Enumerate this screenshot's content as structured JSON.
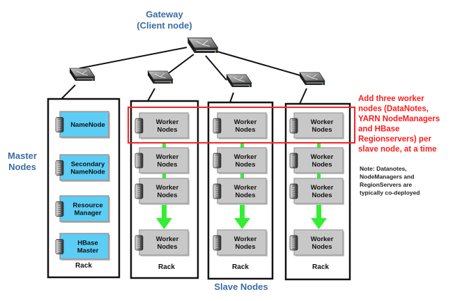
{
  "labels": {
    "gateway_line1": "Gateway",
    "gateway_line2": "(Client node)",
    "master_line1": "Master",
    "master_line2": "Nodes",
    "slave_nodes": "Slave Nodes"
  },
  "annotation": {
    "lines": [
      "Add three worker",
      "nodes (DataNotes,",
      "YARN NodeManagers",
      "and HBase",
      "Regionservers) per",
      "slave node, at a time"
    ]
  },
  "note": {
    "lines": [
      "Note: Datanotes,",
      "NodeManagers and",
      "RegionServers are",
      "typically co-deployed"
    ]
  },
  "master_rack": {
    "label": "Rack",
    "nodes": [
      {
        "lines": [
          "NameNode"
        ]
      },
      {
        "lines": [
          "Secondary",
          "NameNode"
        ]
      },
      {
        "lines": [
          "Resource",
          "Manager"
        ]
      },
      {
        "lines": [
          "HBase",
          "Master"
        ]
      }
    ]
  },
  "slave_racks": [
    {
      "label": "Rack",
      "node_lines": [
        "Worker",
        "Nodes"
      ],
      "node_count": 4
    },
    {
      "label": "Rack",
      "node_lines": [
        "Worker",
        "Nodes"
      ],
      "node_count": 4
    },
    {
      "label": "Rack",
      "node_lines": [
        "Worker",
        "Nodes"
      ],
      "node_count": 4
    }
  ],
  "colors": {
    "master_node_fill": "#5ccdf5",
    "worker_node_fill": "#c8c8c8",
    "highlight_border": "#ff2020",
    "arrow_green": "#33ee33",
    "label_blue": "#3a6ea5"
  }
}
